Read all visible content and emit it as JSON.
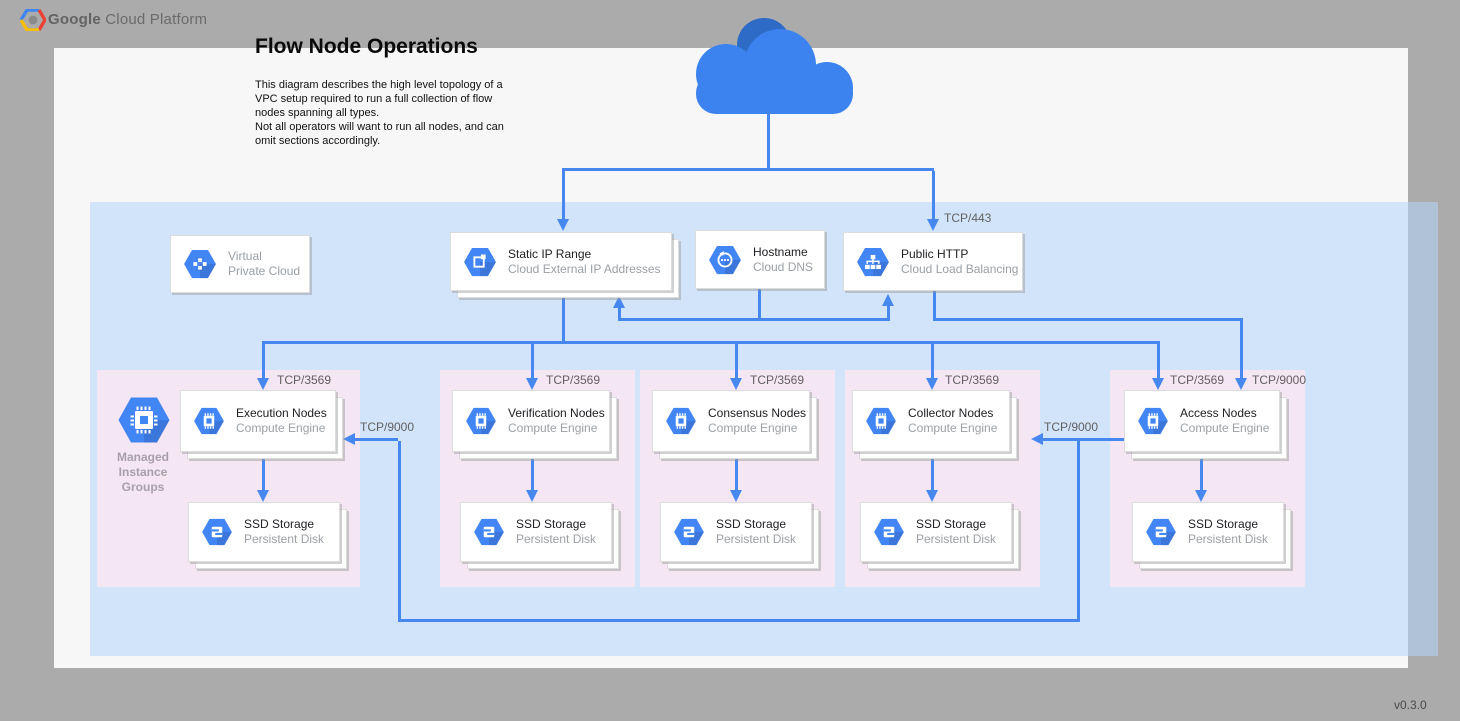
{
  "header": {
    "brand_bold": "Google",
    "brand_rest": "Cloud Platform"
  },
  "title": "Flow Node Operations",
  "description": "This diagram describes the high level topology of a\nVPC setup required to run a full collection of flow\nnodes spanning all types.\nNot all operators will want to run all nodes, and can\nomit sections accordingly.",
  "version": "v0.3.0",
  "colors": {
    "accent_blue": "#4687f0",
    "icon_blue": "#4285f4",
    "vpc_fill": "#d7eafa",
    "group_fill": "#f5e6f3"
  },
  "cards": {
    "vpc": {
      "line1": "Virtual",
      "line2": "Private Cloud"
    },
    "static_ip": {
      "title": "Static IP Range",
      "subtitle": "Cloud External IP Addresses"
    },
    "hostname": {
      "title": "Hostname",
      "subtitle": "Cloud DNS"
    },
    "public_http": {
      "title": "Public HTTP",
      "subtitle": "Cloud Load Balancing"
    }
  },
  "ports": {
    "https": "TCP/443",
    "flow": "TCP/3569",
    "access": "TCP/9000"
  },
  "groups": [
    {
      "title": "Execution Nodes"
    },
    {
      "title": "Verification Nodes"
    },
    {
      "title": "Consensus Nodes"
    },
    {
      "title": "Collector Nodes"
    },
    {
      "title": "Access Nodes"
    }
  ],
  "compute_engine": "Compute Engine",
  "storage": {
    "title": "SSD Storage",
    "subtitle": "Persistent Disk"
  },
  "mig_label": "Managed\nInstance\nGroups"
}
